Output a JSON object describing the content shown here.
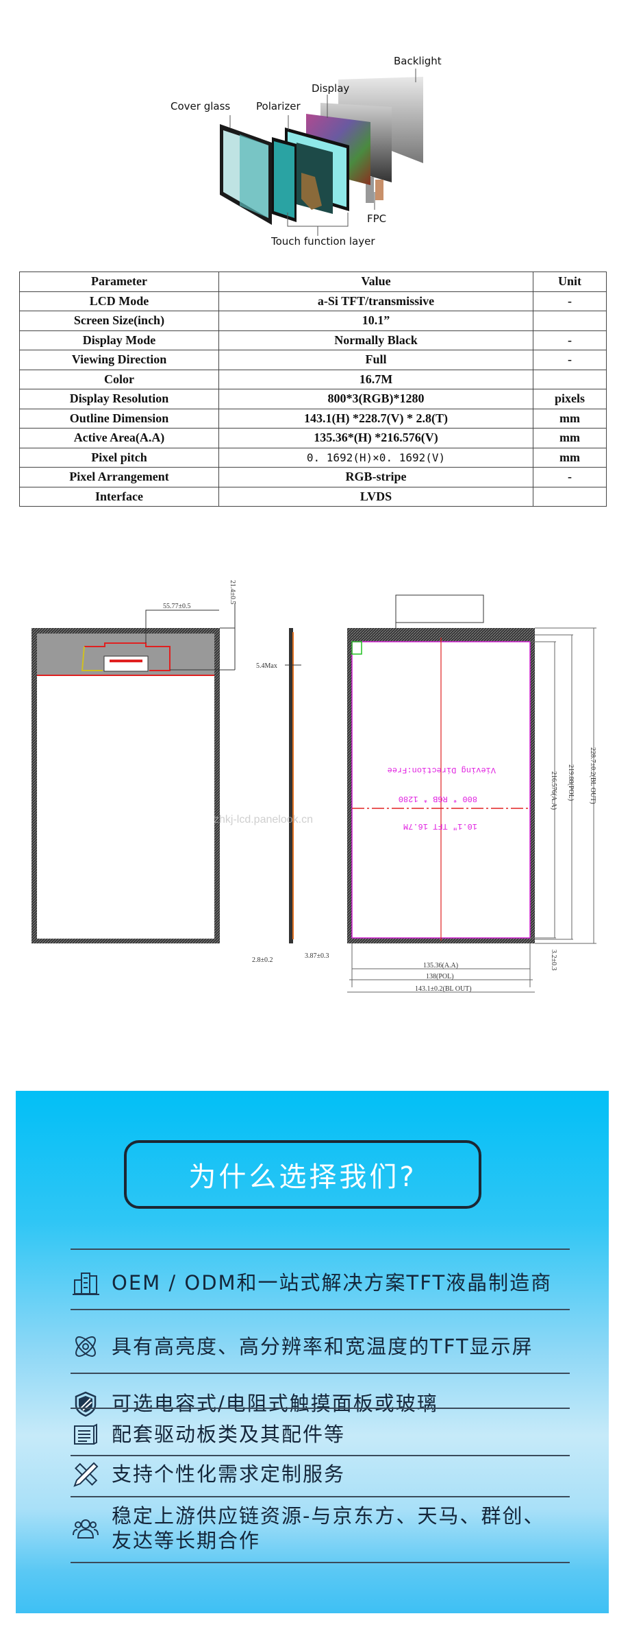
{
  "exploded_view": {
    "labels": {
      "backlight": "Backlight",
      "display": "Display",
      "cover_glass": "Cover glass",
      "polarizer": "Polarizer",
      "fpc": "FPC",
      "touch_layer": "Touch function layer"
    }
  },
  "spec_table": {
    "headers": [
      "Parameter",
      "Value",
      "Unit"
    ],
    "rows": [
      [
        "LCD Mode",
        "a-Si TFT/transmissive",
        "-"
      ],
      [
        "Screen Size(inch)",
        "10.1”",
        ""
      ],
      [
        "Display Mode",
        "Normally Black",
        "-"
      ],
      [
        "Viewing Direction",
        "Full",
        "-"
      ],
      [
        "Color",
        "16.7M",
        ""
      ],
      [
        "Display Resolution",
        "800*3(RGB)*1280",
        "pixels"
      ],
      [
        "Outline Dimension",
        "143.1(H) *228.7(V) * 2.8(T)",
        "mm"
      ],
      [
        "Active Area(A.A)",
        "135.36*(H) *216.576(V)",
        "mm"
      ],
      [
        "Pixel pitch",
        "0. 1692(H)×0. 1692(V)",
        "mm"
      ],
      [
        "Pixel Arrangement",
        "RGB-stripe",
        "-"
      ],
      [
        "Interface",
        "LVDS",
        ""
      ]
    ]
  },
  "drawing": {
    "fpc_width": "55.77±0.5",
    "fpc_length": "21.4±0.5",
    "max_thickness": "5.4Max",
    "thickness": "2.8±0.2",
    "side_offset": "3.87±0.3",
    "aa_width": "135.36(A.A)",
    "pol_width": "138(POL)",
    "outline_width": "143.1±0.2(BL OUT)",
    "outline_height": "228.7±0.2(BL OUT)",
    "pol_height": "219.88(POL)",
    "aa_height": "216.576(A.A)",
    "bottom_offset": "3.2±0.3",
    "viewing_direction": "Vieving Direction:Free",
    "resolution": "800 * RGB * 1280",
    "type": "10.1\" TFT  16.7M",
    "watermark": "zhkj-lcd.panelook.cn"
  },
  "why_us": {
    "title": "为什么选择我们?",
    "items": [
      {
        "icon": "building-icon",
        "text": "OEM / ODM和一站式解决方案TFT液晶制造商"
      },
      {
        "icon": "atom-icon",
        "text": "具有高亮度、高分辨率和宽温度的TFT显示屏"
      },
      {
        "icon": "shield-icon",
        "text": "可选电容式/电阻式触摸面板或玻璃"
      },
      {
        "icon": "document-icon",
        "text": "配套驱动板类及其配件等"
      },
      {
        "icon": "pencil-ruler-icon",
        "text": "支持个性化需求定制服务"
      },
      {
        "icon": "users-icon",
        "text": "稳定上游供应链资源-与京东方、天马、群创、友达等长期合作"
      }
    ]
  }
}
